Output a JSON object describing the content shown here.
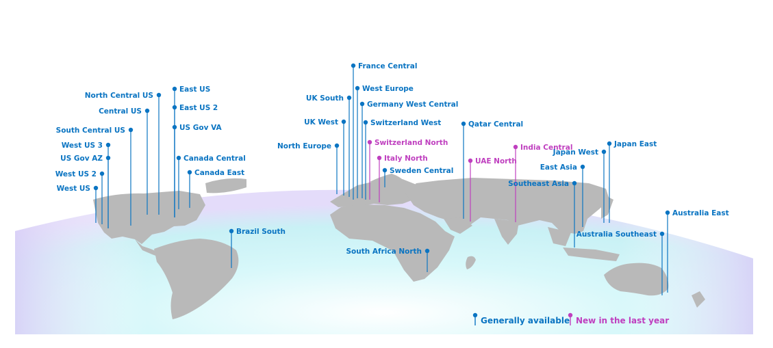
{
  "colors": {
    "ga": "#0a74c2",
    "new": "#bf3fbf",
    "land": "#b9b9b9",
    "glow": "#bff3f7",
    "glow_edge": "#ddd2f8"
  },
  "legend": {
    "ga_label": "Generally available",
    "new_label": "New in the last year"
  },
  "regions": [
    {
      "name": "North Central US",
      "status": "ga"
    },
    {
      "name": "East US",
      "status": "ga"
    },
    {
      "name": "East US 2",
      "status": "ga"
    },
    {
      "name": "Central US",
      "status": "ga"
    },
    {
      "name": "US Gov VA",
      "status": "ga"
    },
    {
      "name": "South Central US",
      "status": "ga"
    },
    {
      "name": "West US 3",
      "status": "ga"
    },
    {
      "name": "US Gov AZ",
      "status": "ga"
    },
    {
      "name": "Canada Central",
      "status": "ga"
    },
    {
      "name": "West US 2",
      "status": "ga"
    },
    {
      "name": "Canada East",
      "status": "ga"
    },
    {
      "name": "West US",
      "status": "ga"
    },
    {
      "name": "Brazil South",
      "status": "ga"
    },
    {
      "name": "France Central",
      "status": "ga"
    },
    {
      "name": "West Europe",
      "status": "ga"
    },
    {
      "name": "UK South",
      "status": "ga"
    },
    {
      "name": "Germany West Central",
      "status": "ga"
    },
    {
      "name": "UK West",
      "status": "ga"
    },
    {
      "name": "Switzerland West",
      "status": "ga"
    },
    {
      "name": "North Europe",
      "status": "ga"
    },
    {
      "name": "Switzerland North",
      "status": "new"
    },
    {
      "name": "Italy North",
      "status": "new"
    },
    {
      "name": "Sweden Central",
      "status": "ga"
    },
    {
      "name": "South Africa North",
      "status": "ga"
    },
    {
      "name": "Qatar Central",
      "status": "ga"
    },
    {
      "name": "UAE North",
      "status": "new"
    },
    {
      "name": "India Central",
      "status": "new"
    },
    {
      "name": "Japan East",
      "status": "ga"
    },
    {
      "name": "Japan West",
      "status": "ga"
    },
    {
      "name": "East Asia",
      "status": "ga"
    },
    {
      "name": "Southeast Asia",
      "status": "ga"
    },
    {
      "name": "Australia East",
      "status": "ga"
    },
    {
      "name": "Australia Southeast",
      "status": "ga"
    }
  ]
}
